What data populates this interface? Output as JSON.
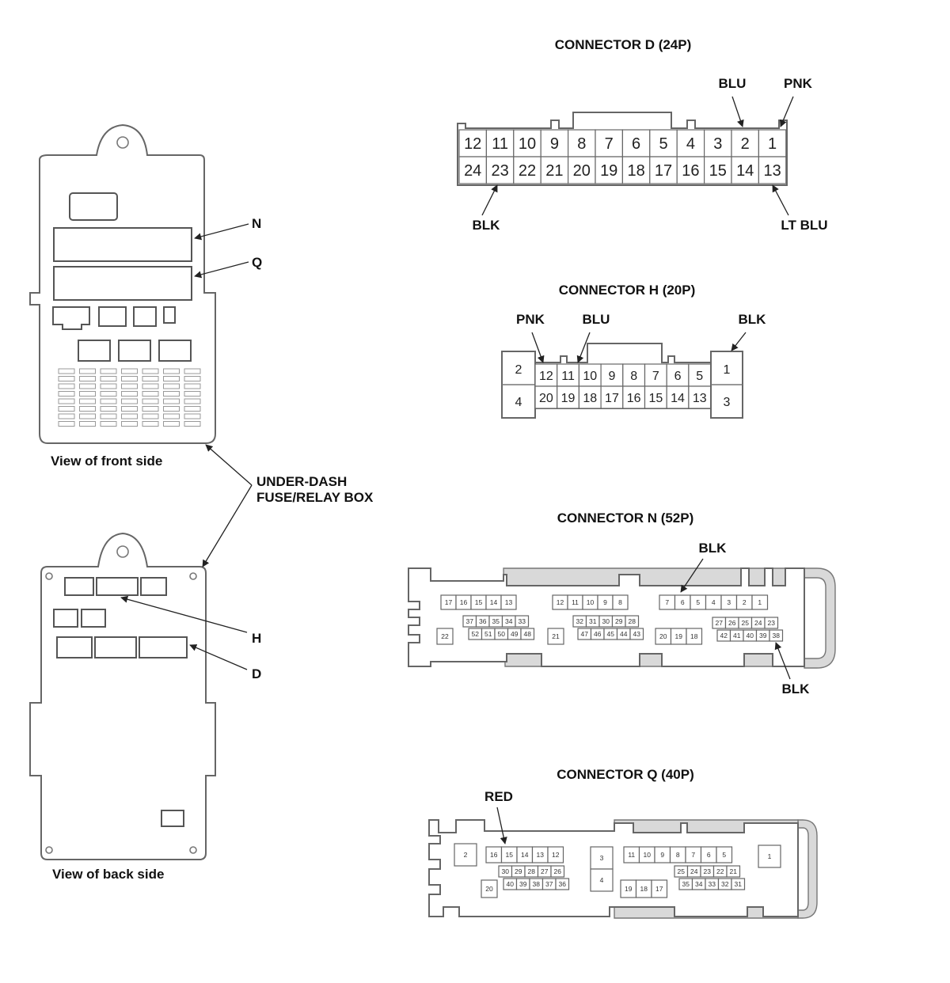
{
  "fuse_box": {
    "front_caption": "View of front side",
    "back_caption": "View of back side",
    "name_line1": "UNDER-DASH",
    "name_line2": "FUSE/RELAY BOX",
    "callouts": {
      "n": "N",
      "q": "Q",
      "h": "H",
      "d": "D"
    }
  },
  "connector_d": {
    "title": "CONNECTOR D (24P)",
    "top_row": [
      "12",
      "11",
      "10",
      "9",
      "8",
      "7",
      "6",
      "5",
      "4",
      "3",
      "2",
      "1"
    ],
    "bottom_row": [
      "24",
      "23",
      "22",
      "21",
      "20",
      "19",
      "18",
      "17",
      "16",
      "15",
      "14",
      "13"
    ],
    "wire_labels": {
      "pin2": "BLU",
      "pin1": "PNK",
      "pin23": "BLK",
      "pin13": "LT BLU"
    }
  },
  "connector_h": {
    "title": "CONNECTOR H (20P)",
    "top_row": [
      "12",
      "11",
      "10",
      "9",
      "8",
      "7",
      "6",
      "5"
    ],
    "bottom_row": [
      "20",
      "19",
      "18",
      "17",
      "16",
      "15",
      "14",
      "13"
    ],
    "big_pins": {
      "p1": "1",
      "p2": "2",
      "p3": "3",
      "p4": "4"
    },
    "wire_labels": {
      "pin12": "PNK",
      "pin11": "BLU",
      "pin1": "BLK"
    }
  },
  "connector_n": {
    "title": "CONNECTOR N (52P)",
    "group_a_row1": [
      "17",
      "16",
      "15",
      "14",
      "13"
    ],
    "group_a_row2": [
      "37",
      "36",
      "35",
      "34",
      "33"
    ],
    "group_a_row3": [
      "52",
      "51",
      "50",
      "49",
      "48"
    ],
    "group_b_row1": [
      "12",
      "11",
      "10",
      "9",
      "8"
    ],
    "group_b_row2": [
      "32",
      "31",
      "30",
      "29",
      "28"
    ],
    "group_b_row3": [
      "47",
      "46",
      "45",
      "44",
      "43"
    ],
    "group_c_row1": [
      "7",
      "6",
      "5",
      "4",
      "3",
      "2",
      "1"
    ],
    "group_c_row2": [
      "27",
      "26",
      "25",
      "24",
      "23"
    ],
    "group_c_row3": [
      "42",
      "41",
      "40",
      "39",
      "38"
    ],
    "singles": {
      "p22": "22",
      "p21": "21"
    },
    "group_d": [
      "20",
      "19",
      "18"
    ],
    "wire_labels": {
      "pin6": "BLK",
      "pin38": "BLK"
    }
  },
  "connector_q": {
    "title": "CONNECTOR Q (40P)",
    "group_a_row1": [
      "16",
      "15",
      "14",
      "13",
      "12"
    ],
    "group_a_row2": [
      "30",
      "29",
      "28",
      "27",
      "26"
    ],
    "group_a_row3": [
      "40",
      "39",
      "38",
      "37",
      "36"
    ],
    "group_b_row1": [
      "11",
      "10",
      "9",
      "8",
      "7",
      "6",
      "5"
    ],
    "group_b_row2": [
      "25",
      "24",
      "23",
      "22",
      "21"
    ],
    "group_b_row3": [
      "35",
      "34",
      "33",
      "32",
      "31"
    ],
    "singles": {
      "p2": "2",
      "p20": "20",
      "p3": "3",
      "p4": "4",
      "p1": "1"
    },
    "group_c": [
      "19",
      "18",
      "17"
    ],
    "wire_labels": {
      "pin16": "RED"
    }
  }
}
